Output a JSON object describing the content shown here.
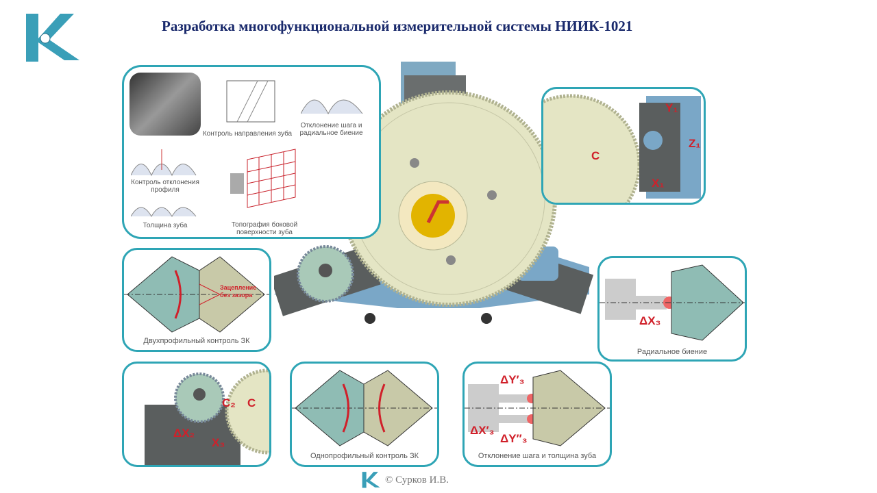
{
  "title": "Разработка многофункциональной измерительной системы НИИК-1021",
  "panel_measure": {
    "captions": [
      "Контроль направления зуба",
      "Отклонение шага и радиальное биение",
      "Контроль отклонения профиля",
      "Толщина зуба",
      "Топография боковой поверхности зуба"
    ]
  },
  "panel_axes": {
    "c": "C",
    "y": "Y₁",
    "z": "Z₁",
    "x": "X₁"
  },
  "panel_double": {
    "caption": "Двухпрофильный контроль ЗК",
    "note": "Зацепление без зазора"
  },
  "panel_runout": {
    "caption": "Радиальное биение",
    "dx": "ΔX₃"
  },
  "panel_setup": {
    "c2": "C₂",
    "c": "C",
    "dx2": "ΔX₂",
    "x3": "X₃"
  },
  "panel_single": {
    "caption": "Однопрофильный контроль ЗК"
  },
  "panel_pitch": {
    "caption": "Отклонение шага и толщина зуба",
    "dy1": "ΔY′₃",
    "dy2": "ΔY″₃",
    "dx": "ΔX′₃"
  },
  "footer": {
    "copyright": "© Сурков И.В."
  },
  "colors": {
    "accent": "#2ea5b5",
    "title": "#1a2a6c",
    "red": "#d0202a",
    "gear": "#e4e5c4",
    "teal_gear": "#8fbcb4",
    "machine": "#8fb8cf"
  }
}
